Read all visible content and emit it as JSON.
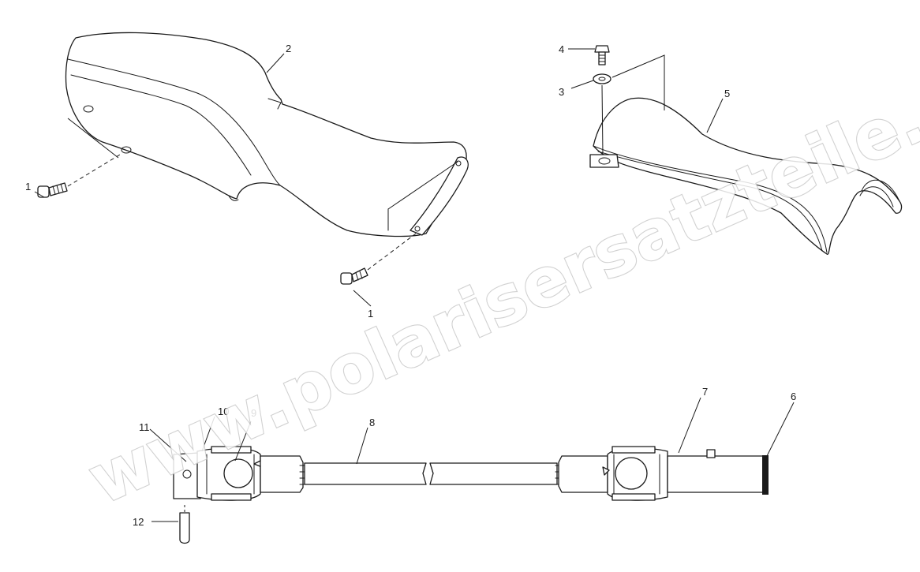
{
  "diagram": {
    "watermark": "www.polarisersatzteile.de",
    "callouts": [
      {
        "id": "c1a",
        "label": "1"
      },
      {
        "id": "c1b",
        "label": "1"
      },
      {
        "id": "c2",
        "label": "2"
      },
      {
        "id": "c3",
        "label": "3"
      },
      {
        "id": "c4",
        "label": "4"
      },
      {
        "id": "c5",
        "label": "5"
      },
      {
        "id": "c6",
        "label": "6"
      },
      {
        "id": "c7",
        "label": "7"
      },
      {
        "id": "c8",
        "label": "8"
      },
      {
        "id": "c9",
        "label": "9"
      },
      {
        "id": "c10",
        "label": "10"
      },
      {
        "id": "c11",
        "label": "11"
      },
      {
        "id": "c12",
        "label": "12"
      }
    ],
    "colors": {
      "ink": "#1a1a1a",
      "watermark_outline": "#c9c9c9",
      "background": "#ffffff"
    }
  }
}
